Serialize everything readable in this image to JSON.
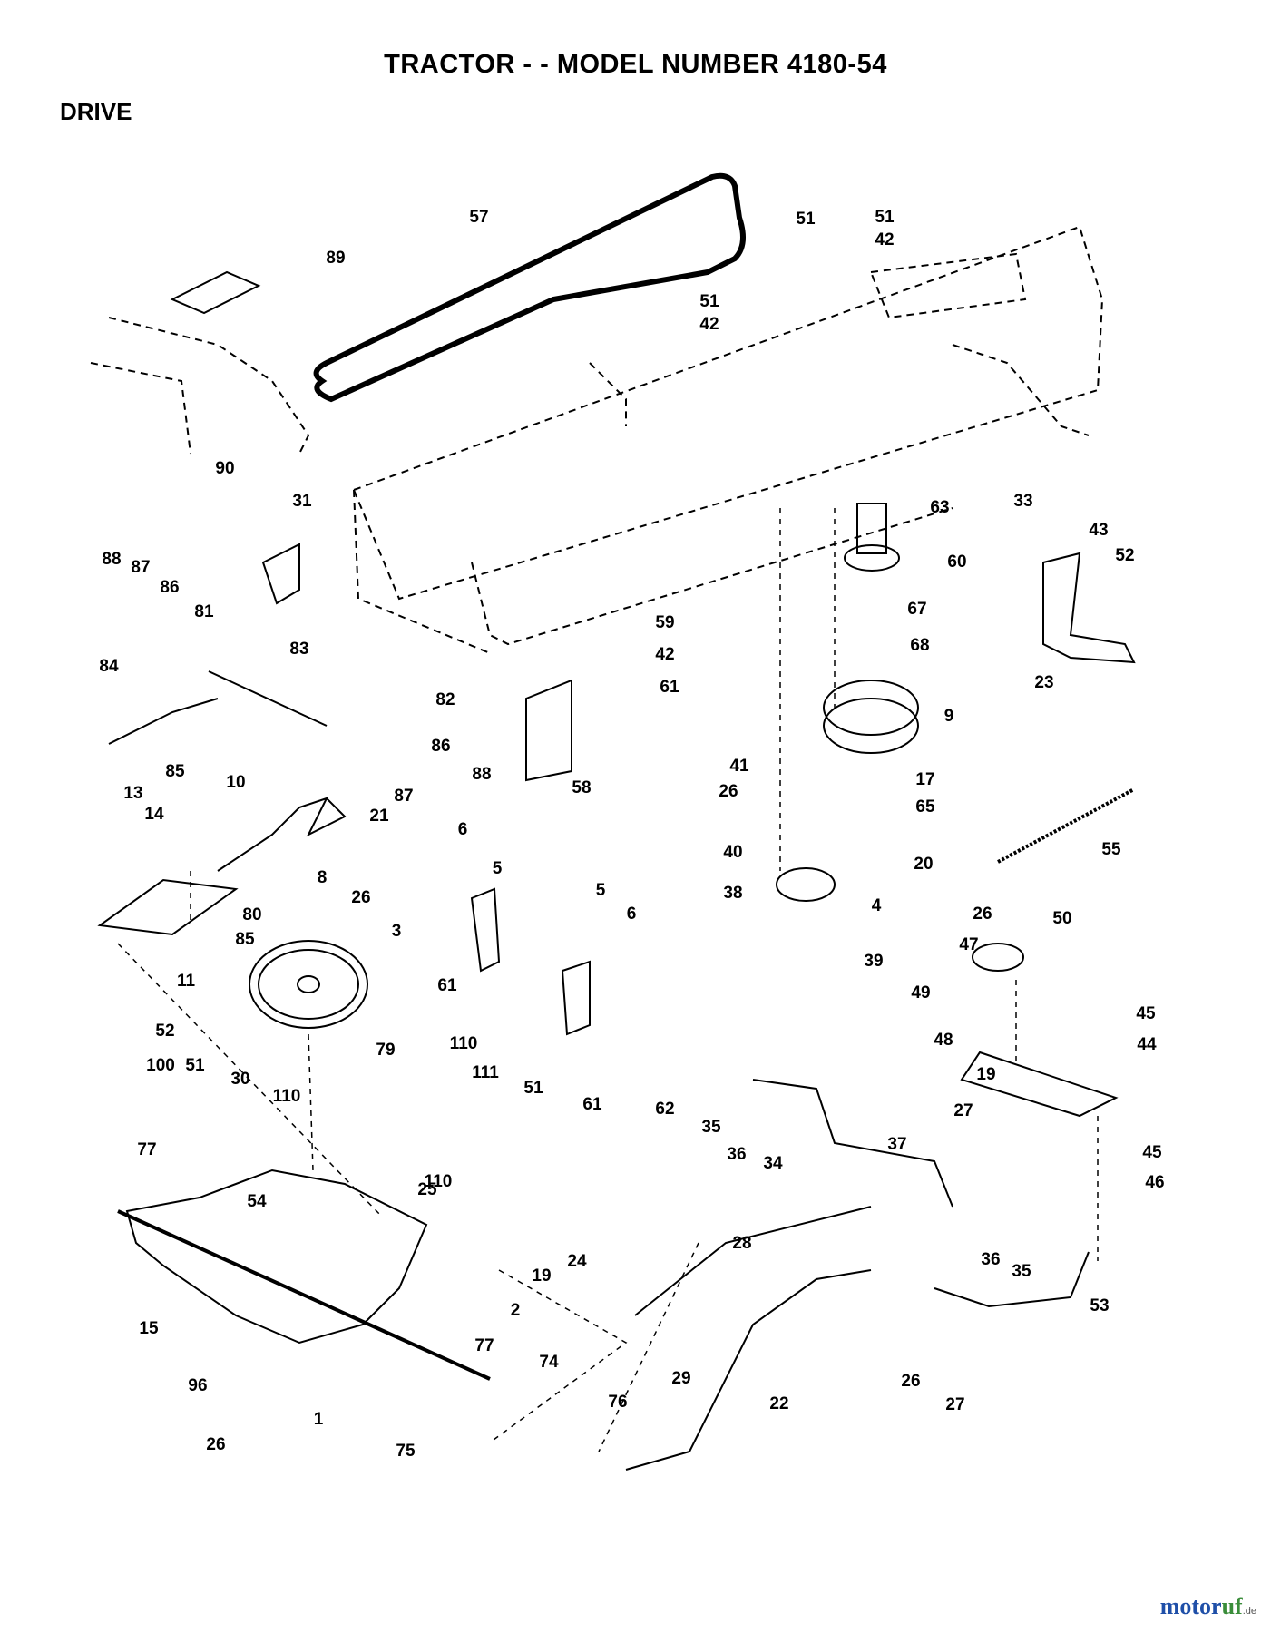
{
  "title": "TRACTOR - - MODEL NUMBER 4180-54",
  "section": "DRIVE",
  "watermark": {
    "brand_a": "motor",
    "brand_b": "uf",
    "tld": ".de"
  },
  "colors": {
    "ink": "#000000",
    "background": "#ffffff",
    "watermark_blue": "#1f4fa8",
    "watermark_green": "#3a8d3a"
  },
  "callouts": [
    "57",
    "51",
    "51",
    "42",
    "51",
    "42",
    "89",
    "90",
    "31",
    "63",
    "33",
    "43",
    "52",
    "60",
    "67",
    "88",
    "87",
    "86",
    "81",
    "59",
    "42",
    "61",
    "68",
    "83",
    "82",
    "9",
    "23",
    "84",
    "86",
    "88",
    "85",
    "10",
    "87",
    "21",
    "41",
    "17",
    "13",
    "14",
    "26",
    "65",
    "40",
    "20",
    "55",
    "6",
    "5",
    "8",
    "58",
    "38",
    "26",
    "4",
    "80",
    "85",
    "5",
    "6",
    "26",
    "50",
    "3",
    "47",
    "11",
    "61",
    "39",
    "49",
    "45",
    "52",
    "44",
    "100",
    "51",
    "48",
    "30",
    "79",
    "110",
    "111",
    "51",
    "19",
    "27",
    "110",
    "62",
    "35",
    "36",
    "34",
    "37",
    "61",
    "45",
    "46",
    "77",
    "54",
    "25",
    "24",
    "19",
    "110",
    "28",
    "36",
    "35",
    "53",
    "2",
    "15",
    "77",
    "74",
    "29",
    "26",
    "96",
    "22",
    "1",
    "76",
    "27",
    "26",
    "75"
  ]
}
